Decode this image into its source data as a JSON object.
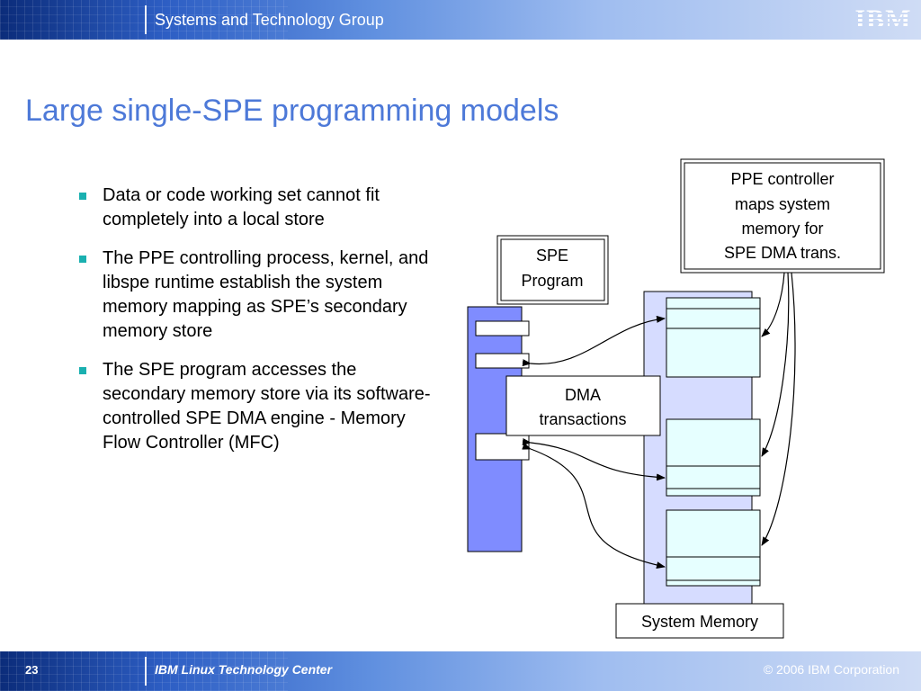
{
  "header": {
    "title": "Systems and Technology Group",
    "logo_text": "IBM"
  },
  "slide": {
    "title": "Large single-SPE programming models",
    "bullets": [
      "Data or code working set cannot fit completely into a local store",
      "The PPE controlling process, kernel, and libspe runtime establish the system memory mapping as SPE’s secondary memory store",
      "The SPE program accesses the secondary memory store via its software-controlled SPE DMA engine - Memory Flow Controller (MFC)"
    ]
  },
  "diagram": {
    "spe_program": {
      "line1": "SPE",
      "line2": "Program"
    },
    "ppe_controller": {
      "line1": "PPE controller",
      "line2": "maps system",
      "line3": "memory for",
      "line4": "SPE DMA trans."
    },
    "dma": {
      "line1": "DMA",
      "line2": "transactions"
    },
    "system_memory": "System Memory"
  },
  "footer": {
    "page_number": "23",
    "center": "IBM Linux Technology Center",
    "copyright": "© 2006 IBM Corporation"
  },
  "colors": {
    "title": "#4d79d8",
    "bullet_marker": "#1ab0b0",
    "spe_column": "#7f8cff",
    "system_memory": "#d6dcff",
    "memory_block": "#e6ffff"
  }
}
